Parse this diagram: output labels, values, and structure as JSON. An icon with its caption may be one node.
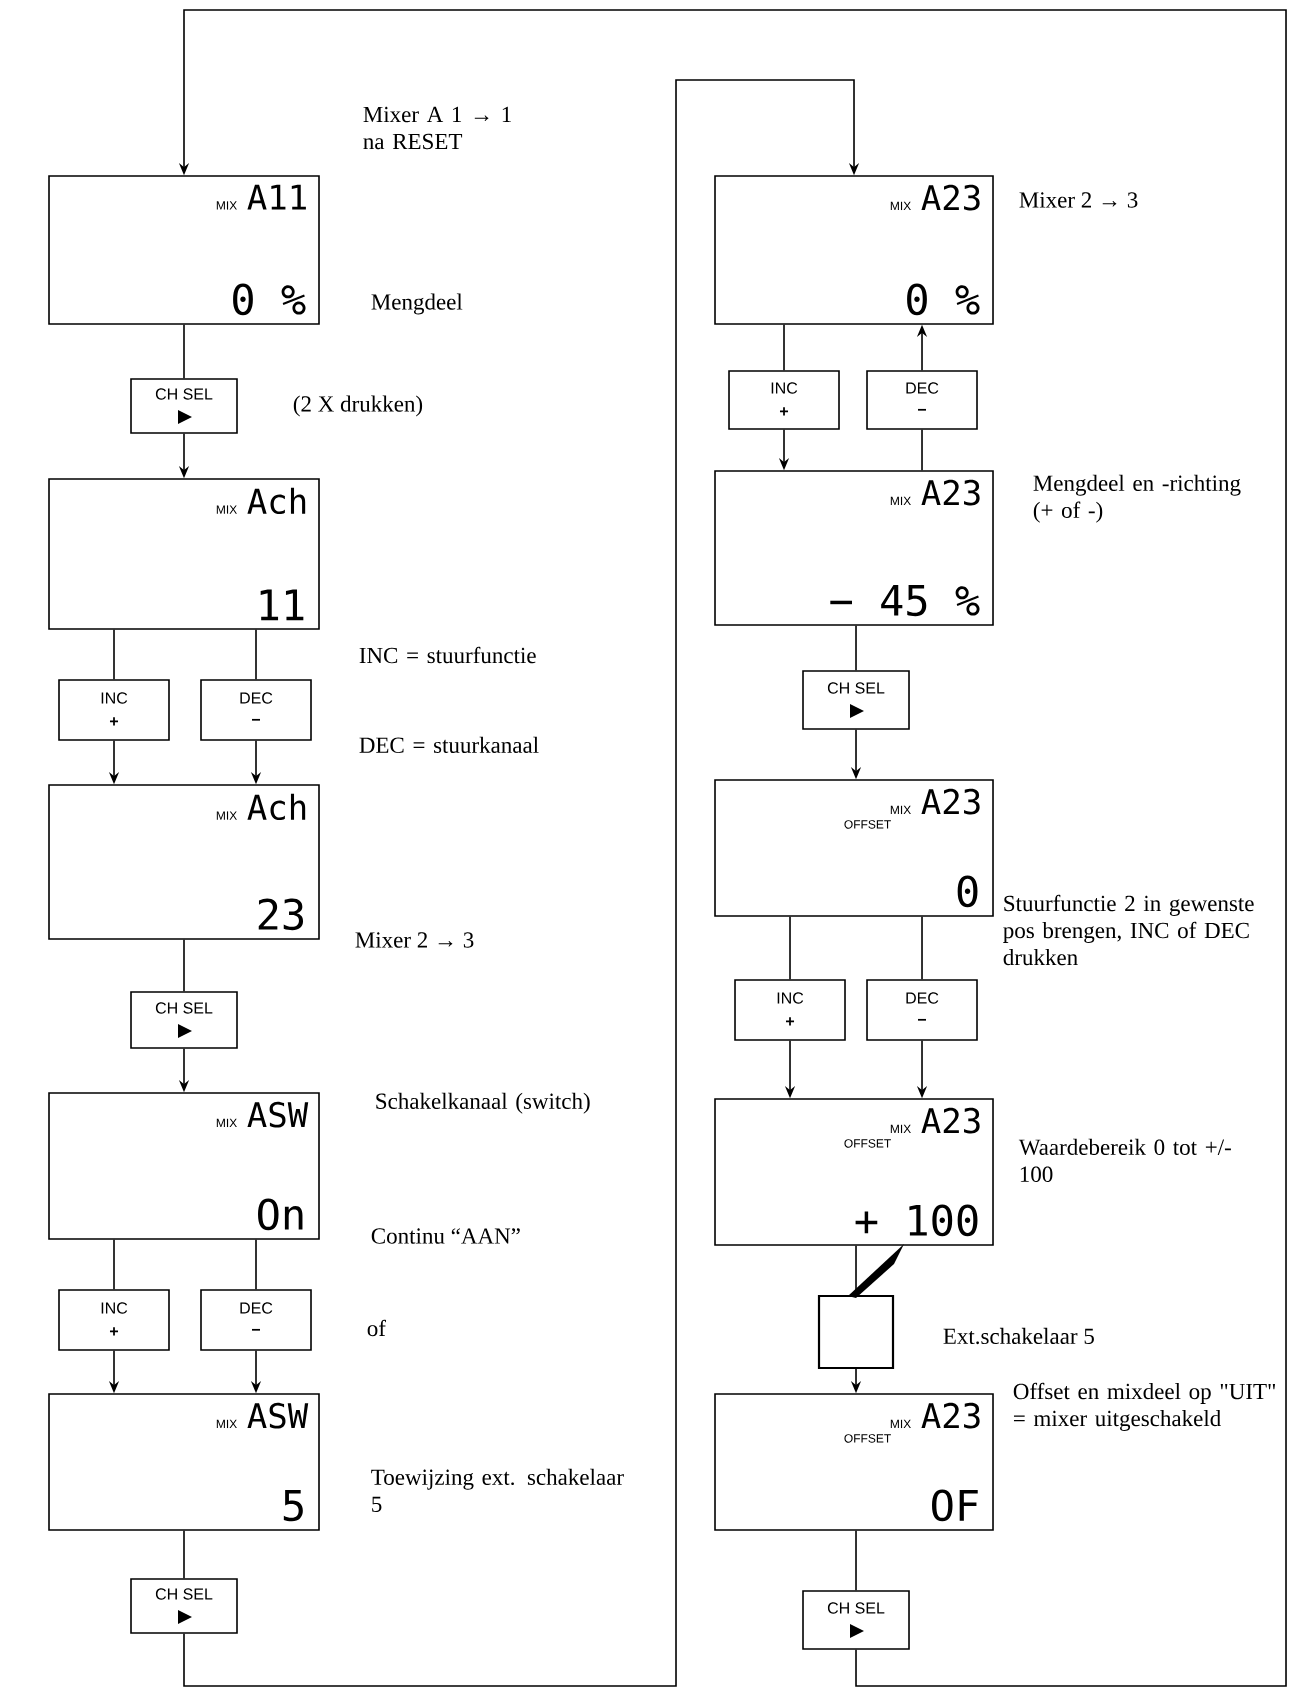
{
  "diagram": {
    "nodes": [
      {
        "text": [
          "MIX",
          "A11",
          "0 %"
        ],
        "beside": [
          "Mixer A 1 → 1 na RESET",
          "Mengdeel"
        ]
      },
      {
        "text": [
          "CH SEL"
        ],
        "beside": [
          "(2 X drukken)"
        ]
      },
      {
        "text": [
          "MIX",
          "Ach",
          "11"
        ]
      },
      {
        "text": [
          "INC",
          "+"
        ]
      },
      {
        "text": [
          "DEC",
          "−"
        ]
      },
      {
        "text": [
          "MIX",
          "Ach",
          "23"
        ],
        "beside": [
          "Mixer 2 → 3"
        ]
      },
      {
        "text": [
          "CH SEL"
        ]
      },
      {
        "text": [
          "MIX",
          "ASW",
          "On"
        ],
        "beside": [
          "Schakelkanaal (switch)",
          "Continu “AAN”"
        ]
      },
      {
        "text": [
          "INC",
          "+"
        ]
      },
      {
        "text": [
          "DEC",
          "−"
        ]
      },
      {
        "text": [
          "MIX",
          "ASW",
          "5"
        ],
        "beside": [
          "Toewijzing ext. schakelaar 5"
        ]
      },
      {
        "text": [
          "CH SEL"
        ]
      },
      {
        "text": [
          "MIX",
          "A23",
          "0 %"
        ],
        "beside": [
          "Mixer 2 → 3"
        ]
      },
      {
        "text": [
          "INC",
          "+"
        ]
      },
      {
        "text": [
          "DEC",
          "−"
        ]
      },
      {
        "text": [
          "MIX",
          "A23",
          "− 45 %"
        ],
        "beside": [
          "Mengdeel en -richting (+ of -)"
        ]
      },
      {
        "text": [
          "CH SEL"
        ]
      },
      {
        "text": [
          "MIX",
          "A23",
          "OFFSET",
          "0"
        ]
      },
      {
        "text": [
          "INC",
          "+"
        ]
      },
      {
        "text": [
          "DEC",
          "−"
        ]
      },
      {
        "text": [
          "MIX",
          "A23",
          "OFFSET",
          "+ 100"
        ],
        "beside": [
          "Waardebereik 0 tot +/- 100"
        ]
      },
      {
        "text": [],
        "shape": "box",
        "beside": [
          "Ext.schakelaar 5"
        ]
      },
      {
        "text": [
          "MIX",
          "A23",
          "OFFSET",
          "OF"
        ],
        "beside": [
          "Offset en mixdeel op \"UIT\" = mixer uitgeschakeld"
        ]
      },
      {
        "text": [
          "CH SEL"
        ]
      }
    ],
    "edges": [
      {
        "from": 23,
        "to": 0,
        "arrow": "to"
      },
      {
        "from": 11,
        "to": 12,
        "arrow": "to"
      },
      {
        "from": 0,
        "to": 1,
        "arrow": "none"
      },
      {
        "from": 1,
        "to": 2,
        "arrow": "to"
      },
      {
        "from": 2,
        "to": 3,
        "arrow": "none"
      },
      {
        "from": 2,
        "to": 4,
        "arrow": "none"
      },
      {
        "from": 3,
        "to": 5,
        "arrow": "to"
      },
      {
        "from": 4,
        "to": 5,
        "arrow": "to"
      },
      {
        "from": 5,
        "to": 6,
        "arrow": "none"
      },
      {
        "from": 6,
        "to": 7,
        "arrow": "to"
      },
      {
        "from": 7,
        "to": 8,
        "arrow": "none"
      },
      {
        "from": 7,
        "to": 9,
        "arrow": "none"
      },
      {
        "from": 8,
        "to": 10,
        "arrow": "to"
      },
      {
        "from": 9,
        "to": 10,
        "arrow": "to"
      },
      {
        "from": 10,
        "to": 11,
        "arrow": "none"
      },
      {
        "from": 12,
        "to": 13,
        "arrow": "none"
      },
      {
        "from": 13,
        "to": 15,
        "arrow": "to"
      },
      {
        "from": 15,
        "to": 14,
        "arrow": "none"
      },
      {
        "from": 14,
        "to": 12,
        "arrow": "to"
      },
      {
        "from": 15,
        "to": 16,
        "arrow": "none"
      },
      {
        "from": 16,
        "to": 17,
        "arrow": "to"
      },
      {
        "from": 17,
        "to": 18,
        "arrow": "none"
      },
      {
        "from": 17,
        "to": 19,
        "arrow": "none"
      },
      {
        "from": 18,
        "to": 20,
        "arrow": "to"
      },
      {
        "from": 19,
        "to": 20,
        "arrow": "to"
      },
      {
        "from": 20,
        "to": 21,
        "arrow": "none"
      },
      {
        "from": 21,
        "to": 22,
        "arrow": "to"
      },
      {
        "from": 22,
        "to": 23,
        "arrow": "none"
      }
    ],
    "labels": [
      "INC = stuurfunctie",
      "DEC = stuurkanaal",
      "of",
      "Stuurfunctie 2 in gewenste pos brengen, INC of DEC drukken"
    ]
  }
}
